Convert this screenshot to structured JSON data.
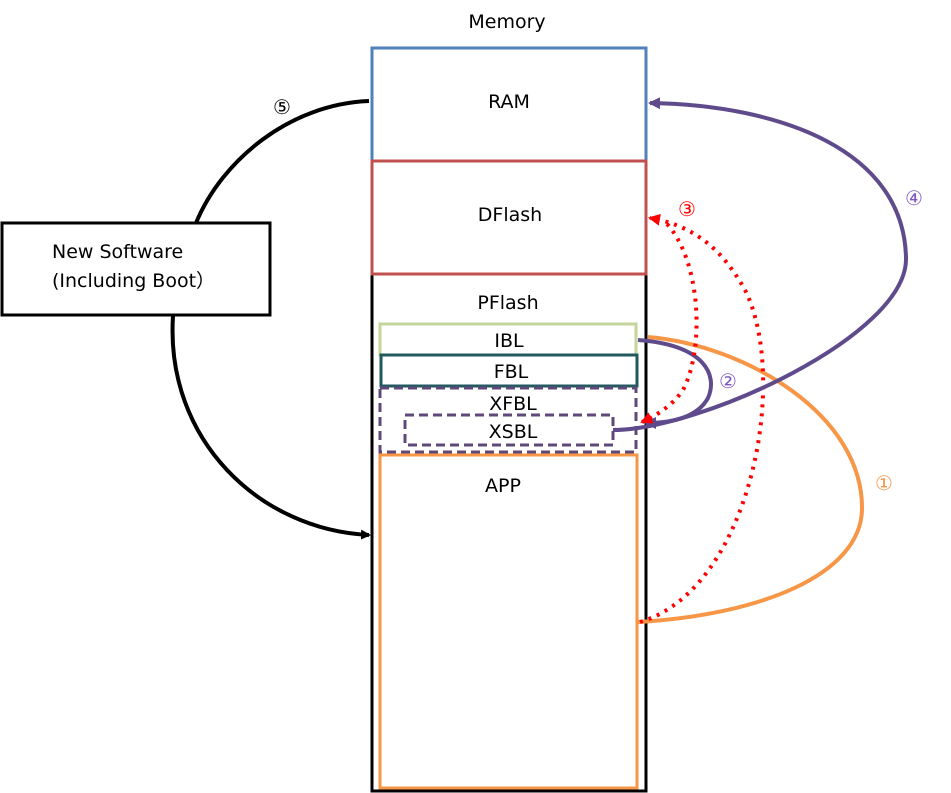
{
  "title": "Memory",
  "regions": {
    "ram": "RAM",
    "dflash": "DFlash",
    "pflash": "PFlash",
    "ibl": "IBL",
    "fbl": "FBL",
    "xfbl": "XFBL",
    "xsbl": "XSBL",
    "app": "APP"
  },
  "new_software": {
    "line1": "New Software",
    "line2": "(Including Boot）"
  },
  "steps": {
    "s1": "①",
    "s2": "②",
    "s3": "③",
    "s4": "④",
    "s5": "⑤"
  },
  "colors": {
    "ram_border": "#4F81BD",
    "dflash_border": "#C0504D",
    "ibl_border": "#C3D69B",
    "fbl_border": "#215A5E",
    "xfbl_border": "#5F497A",
    "app_border": "#F79646",
    "step1": "#F79646",
    "step2": "#5F4B8B",
    "step3": "#FF0000",
    "step4": "#5F4B8B",
    "step5": "#000000"
  }
}
